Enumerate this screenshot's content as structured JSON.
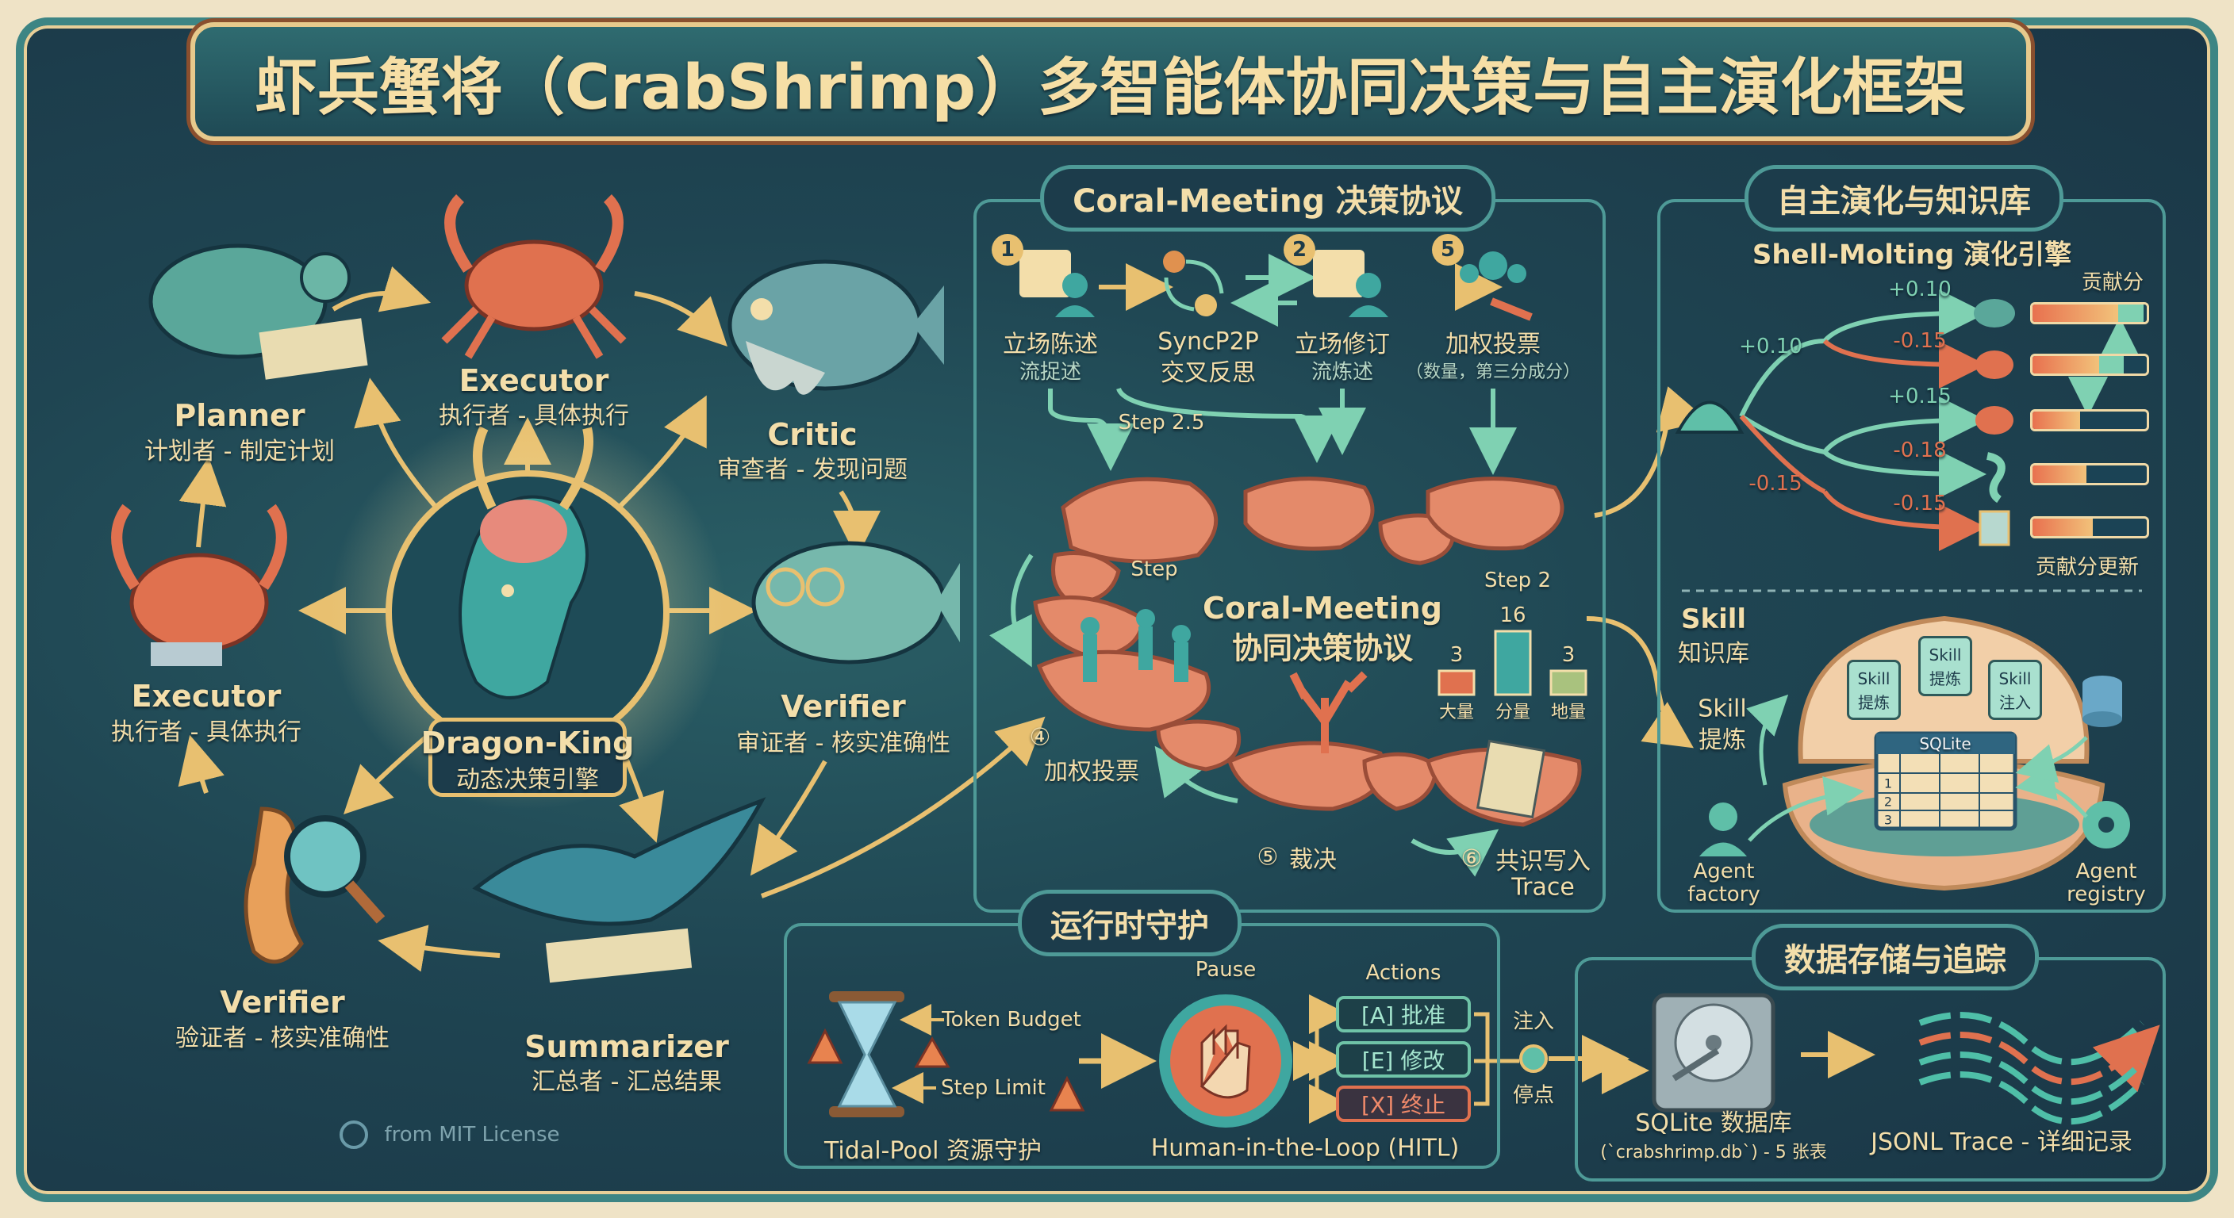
{
  "title": "虾兵蟹将（CrabShrimp）多智能体协同决策与自主演化框架",
  "colors": {
    "background": "#1f4552",
    "frame": "#3d8584",
    "text": "#f3deaa",
    "accent_orange": "#e0714f",
    "accent_green": "#7fd1b2",
    "gold": "#e8c070"
  },
  "agents": {
    "planner": {
      "name": "Planner",
      "desc": "计划者 - 制定计划",
      "icon": "turtle-icon"
    },
    "executor_top": {
      "name": "Executor",
      "desc": "执行者 - 具体执行",
      "icon": "crab-icon"
    },
    "critic": {
      "name": "Critic",
      "desc": "审查者 - 发现问题",
      "icon": "bearded-fish-icon"
    },
    "executor_left": {
      "name": "Executor",
      "desc": "执行者 - 具体执行",
      "icon": "crab-icon"
    },
    "verifier_right": {
      "name": "Verifier",
      "desc": "审证者 - 核实准确性",
      "icon": "fish-glasses-icon"
    },
    "verifier_bottom": {
      "name": "Verifier",
      "desc": "验证者 - 核实准确性",
      "icon": "seahorse-icon"
    },
    "summarizer": {
      "name": "Summarizer",
      "desc": "汇总者 - 汇总结果",
      "icon": "manta-ray-icon"
    },
    "dragon_king": {
      "name": "Dragon-King",
      "desc": "动态决策引擎",
      "icon": "dragon-icon"
    }
  },
  "license": "from MIT License",
  "coral_meeting": {
    "title": "Coral-Meeting 决策协议",
    "steps": [
      {
        "badge": "1",
        "label": "立场陈述",
        "sub": "流捉述"
      },
      {
        "badge": "",
        "label": "SyncP2P",
        "sub": "交叉反思"
      },
      {
        "badge": "2",
        "label": "立场修订",
        "sub": "流炼述"
      },
      {
        "badge": "5",
        "label": "加权投票",
        "sub": "（数量，第三分成分）"
      }
    ],
    "step_2_5": "Step 2.5",
    "step": "Step",
    "step_2": "Step 2",
    "center_title": "Coral-Meeting",
    "center_sub": "协同决策协议",
    "bars": [
      {
        "value": 3,
        "label": "大量",
        "color": "#e0714f"
      },
      {
        "value": 16,
        "label": "分量",
        "color": "#3fa7a0"
      },
      {
        "value": 3,
        "label": "地量",
        "color": "#a9c27e"
      }
    ],
    "vote": {
      "num": "④",
      "label": "加权投票"
    },
    "verdict": {
      "num": "⑤",
      "label": "裁决"
    },
    "consensus": {
      "num": "⑥",
      "label": "共识写入",
      "sub": "Trace"
    }
  },
  "evolution": {
    "title": "自主演化与知识库",
    "engine": "Shell-Molting 演化引擎",
    "score_header": "贡献分",
    "score_footer": "贡献分更新",
    "branches": [
      "+0.10",
      "-0.15"
    ],
    "rows": [
      {
        "delta": "+0.10",
        "icon": "turtle-icon",
        "score": 0.75,
        "gain": 0.22
      },
      {
        "delta": "-0.15",
        "icon": "crab-icon",
        "score": 0.58,
        "gain": 0.22
      },
      {
        "delta": "+0.15",
        "icon": "crab-icon",
        "score": 0.42,
        "gain": 0
      },
      {
        "delta": "-0.18",
        "icon": "seahorse-icon",
        "score": 0.47,
        "gain": 0
      },
      {
        "delta": "-0.15",
        "icon": "castle-icon",
        "score": 0.53,
        "gain": 0
      }
    ],
    "kb_title": "Skill",
    "kb_sub": "知识库",
    "refine_title": "Skill",
    "refine_sub": "提炼",
    "cards": [
      {
        "title": "Skill",
        "sub": "提炼"
      },
      {
        "title": "Skill",
        "sub": "提炼"
      },
      {
        "title": "Skill",
        "sub": "注入"
      }
    ],
    "sqlite": "SQLite",
    "table_rows": [
      "1",
      "2",
      "3"
    ],
    "factory": [
      "Agent",
      "factory"
    ],
    "registry": [
      "Agent",
      "registry"
    ]
  },
  "runtime": {
    "title": "运行时守护",
    "token_budget": "Token Budget",
    "step_limit": "Step Limit",
    "tidal_pool": "Tidal-Pool 资源守护",
    "pause": "Pause",
    "actions_label": "Actions",
    "actions": [
      "[A] 批准",
      "[E] 修改",
      "[X] 终止"
    ],
    "hitl": "Human-in-the-Loop (HITL)",
    "inject": "注入",
    "stop": "停点"
  },
  "storage": {
    "title": "数据存储与追踪",
    "db": "SQLite 数据库",
    "db_sub": "(`crabshrimp.db`) - 5 张表",
    "trace": "JSONL Trace - 详细记录"
  }
}
